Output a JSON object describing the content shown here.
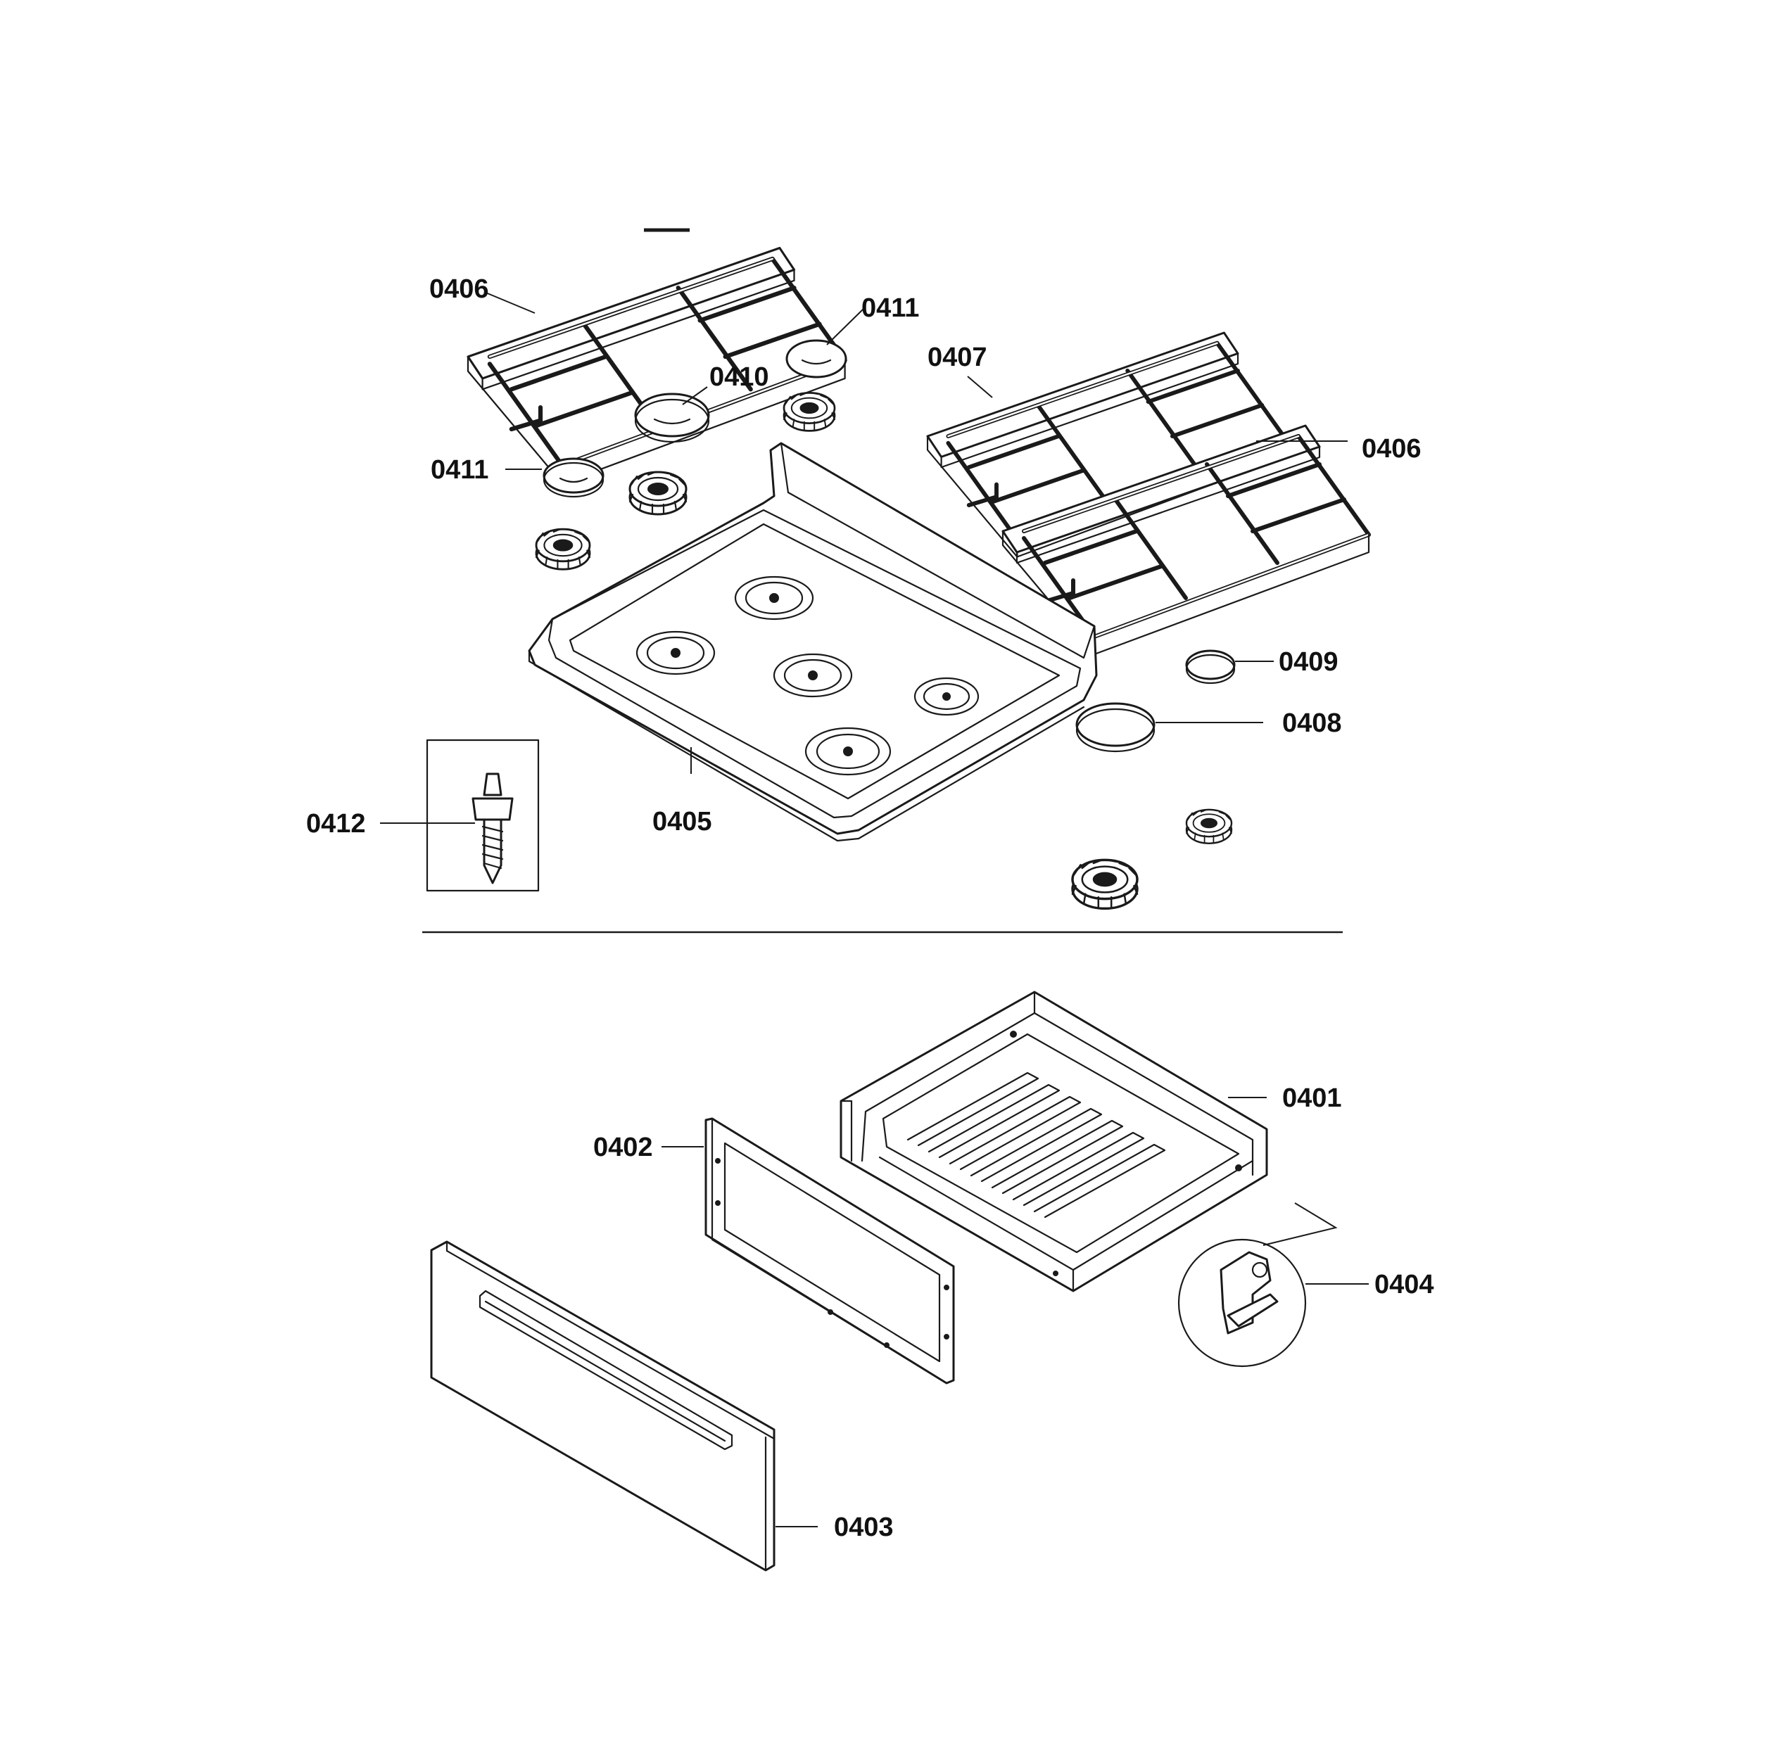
{
  "callouts": {
    "c0401": "0401",
    "c0402": "0402",
    "c0403": "0403",
    "c0404": "0404",
    "c0405": "0405",
    "c0406a": "0406",
    "c0406b": "0406",
    "c0407": "0407",
    "c0408": "0408",
    "c0409": "0409",
    "c0410": "0410",
    "c0411a": "0411",
    "c0411b": "0411",
    "c0412": "0412"
  },
  "colors": {
    "line": "#1a1a1a",
    "background": "#ffffff"
  }
}
